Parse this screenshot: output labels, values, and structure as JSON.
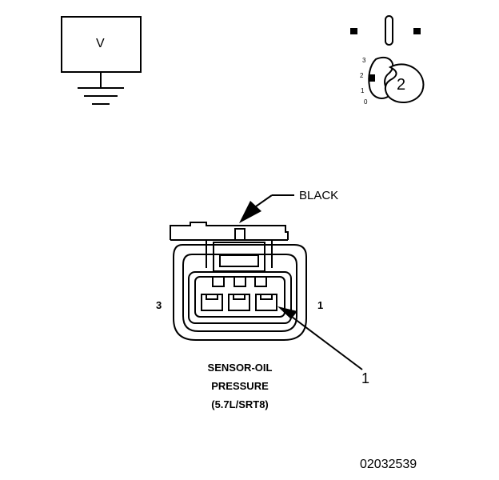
{
  "meter": {
    "symbol": "V"
  },
  "ignition": {
    "positions": [
      "3",
      "2",
      "1",
      "0"
    ],
    "key_label": "2"
  },
  "connector": {
    "color_label": "BLACK",
    "pin_left": "3",
    "pin_right": "1",
    "callout": "1",
    "name_lines": [
      "SENSOR-OIL",
      "PRESSURE",
      "(5.7L/SRT8)"
    ]
  },
  "figure_id": "02032539"
}
